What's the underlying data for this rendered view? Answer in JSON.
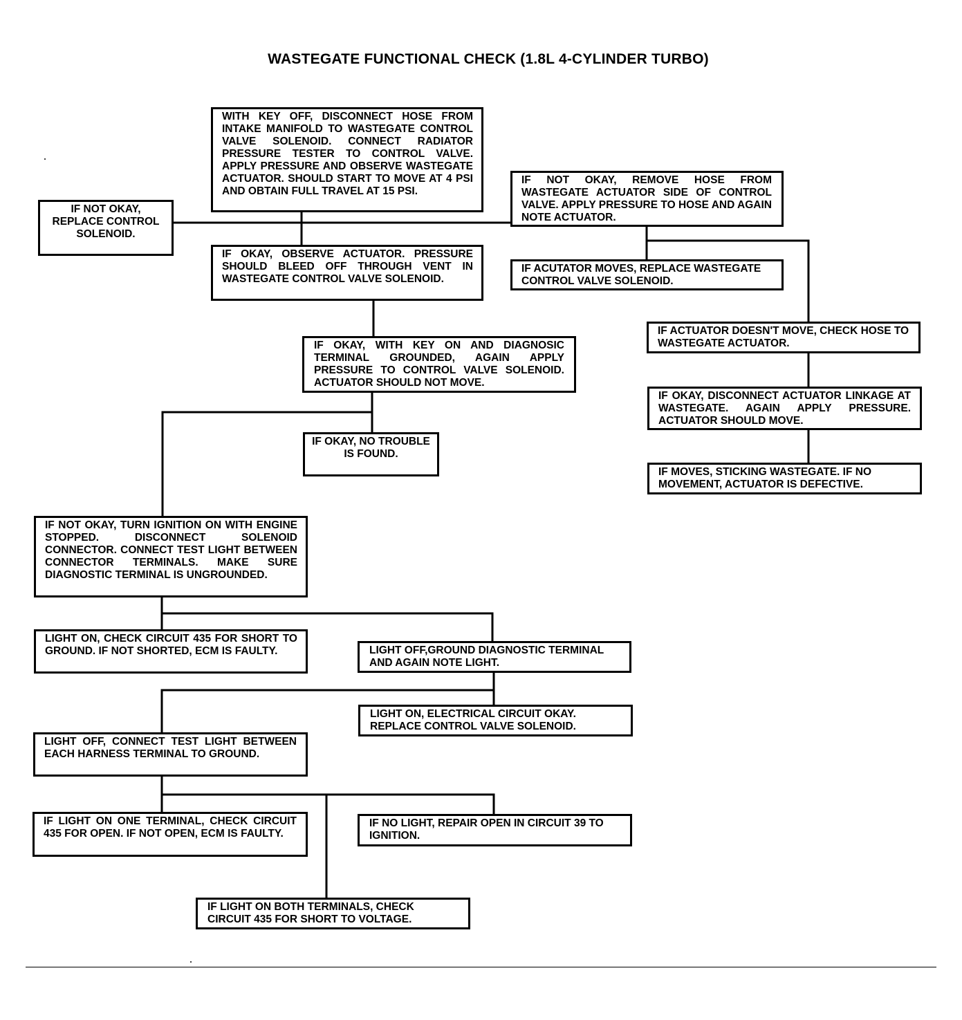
{
  "title": "WASTEGATE FUNCTIONAL CHECK (1.8L 4-CYLINDER TURBO)",
  "boxes": {
    "initial_check": "WITH KEY OFF, DISCONNECT HOSE FROM INTAKE MANIFOLD TO WASTEGATE CONTROL VALVE SOLENOID. CONNECT RADIATOR PRESSURE TESTER TO CONTROL VALVE. APPLY PRESSURE AND OBSERVE WASTEGATE ACTUATOR. SHOULD START TO MOVE AT 4 PSI AND OBTAIN FULL TRAVEL AT 15 PSI.",
    "replace_solenoid": "IF NOT OKAY, REPLACE CONTROL SOLENOID.",
    "remove_hose": "IF NOT OKAY, REMOVE HOSE FROM WASTEGATE ACTUATOR SIDE OF CONTROL VALVE. APPLY PRESSURE TO HOSE AND AGAIN NOTE ACTUATOR.",
    "observe_bleed": "IF OKAY, OBSERVE ACTUATOR. PRESSURE SHOULD BLEED OFF THROUGH VENT IN WASTEGATE CONTROL VALVE SOLENOID.",
    "actuator_moves": "IF ACUTATOR MOVES, REPLACE WASTEGATE CONTROL VALVE SOLENOID.",
    "actuator_no_move": "IF ACTUATOR DOESN'T MOVE, CHECK HOSE TO WASTEGATE ACTUATOR.",
    "key_on_grounded": "IF OKAY, WITH KEY ON AND DIAGNOSIC TERMINAL GROUNDED, AGAIN APPLY PRESSURE TO CONTROL VALVE SOLENOID. ACTUATOR SHOULD NOT MOVE.",
    "disconnect_linkage": "IF OKAY, DISCONNECT ACTUATOR LINKAGE AT WASTEGATE. AGAIN APPLY PRESSURE. ACTUATOR SHOULD MOVE.",
    "no_trouble": "IF OKAY, NO TROUBLE IS FOUND.",
    "sticking_wastegate": "IF MOVES, STICKING WASTEGATE. IF NO MOVEMENT, ACTUATOR IS DEFECTIVE.",
    "ignition_on": "IF NOT OKAY, TURN IGNITION ON WITH ENGINE STOPPED. DISCONNECT SOLENOID CONNECTOR. CONNECT TEST LIGHT BETWEEN CONNECTOR TERMINALS. MAKE SURE DIAGNOSTIC TERMINAL IS UNGROUNDED.",
    "light_on_short": "LIGHT ON, CHECK CIRCUIT 435 FOR SHORT TO GROUND. IF NOT SHORTED, ECM IS FAULTY.",
    "light_off_ground": "LIGHT OFF,GROUND DIAGNOSTIC TERMINAL AND AGAIN NOTE LIGHT.",
    "light_on_ok": "LIGHT ON, ELECTRICAL CIRCUIT OKAY. REPLACE CONTROL VALVE SOLENOID.",
    "light_off_harness": "LIGHT OFF, CONNECT TEST LIGHT BETWEEN EACH HARNESS TERMINAL TO GROUND.",
    "light_one_terminal": "IF LIGHT ON ONE TERMINAL, CHECK CIRCUIT 435 FOR OPEN. IF NOT OPEN, ECM IS FAULTY.",
    "no_light": "IF NO LIGHT, REPAIR OPEN IN CIRCUIT 39 TO IGNITION.",
    "light_both_terminals": "IF LIGHT ON BOTH TERMINALS, CHECK CIRCUIT 435 FOR SHORT TO VOLTAGE."
  }
}
